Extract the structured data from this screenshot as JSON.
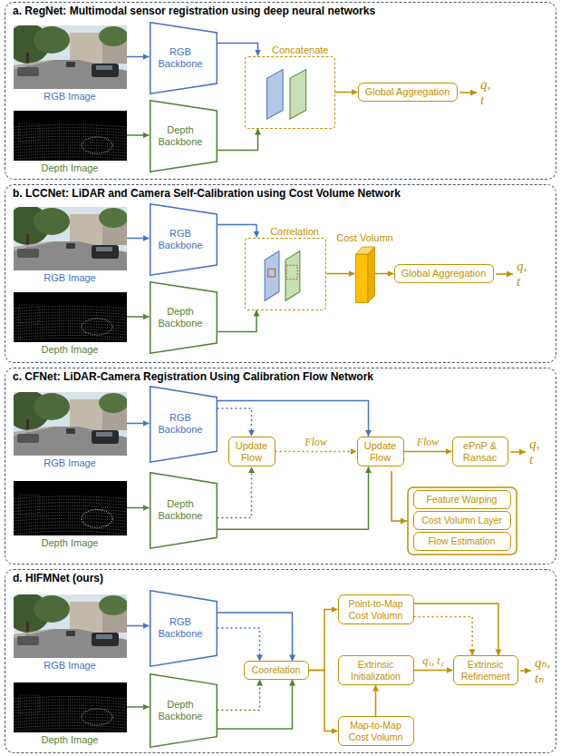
{
  "diagram": {
    "nodes": [
      {
        "text": [
          "a. RegNet: Multimodal sensor registration using deep neural networks"
        ]
      },
      {
        "text": [
          "RGB Image"
        ],
        "in": 0
      },
      {
        "text": [
          "Depth Image"
        ],
        "in": 0
      },
      {
        "text": [
          "RGB Backbone"
        ],
        "in": 0
      },
      {
        "text": [
          "Depth Backbone"
        ],
        "in": 0
      },
      {
        "text": [
          "Concatenate"
        ],
        "in": 0
      },
      {
        "text": [
          "Global Aggregation"
        ],
        "in": 0
      },
      {
        "text": [
          "b. LCCNet: LiDAR and Camera Self-Calibration using Cost Volume Network"
        ]
      },
      {
        "text": [
          "RGB Image"
        ],
        "in": 7
      },
      {
        "text": [
          "Depth Image"
        ],
        "in": 7
      },
      {
        "text": [
          "RGB Backbone"
        ],
        "in": 7
      },
      {
        "text": [
          "Depth Backbone"
        ],
        "in": 7
      },
      {
        "text": [
          "Correlation"
        ],
        "in": 7
      },
      {
        "text": [
          "Cost Volumn"
        ],
        "in": 7
      },
      {
        "text": [
          "Global Aggregation"
        ],
        "in": 7
      },
      {
        "text": [
          "c. CFNet: LiDAR-Camera Registration Using Calibration Flow Network"
        ]
      },
      {
        "text": [
          "RGB Image"
        ],
        "in": 15
      },
      {
        "text": [
          "Depth Image"
        ],
        "in": 15
      },
      {
        "text": [
          "RGB Backbone"
        ],
        "in": 15
      },
      {
        "text": [
          "Depth Backbone"
        ],
        "in": 15
      },
      {
        "text": [
          "Update Flow"
        ],
        "in": 15
      },
      {
        "text": [
          "Update Flow"
        ],
        "in": 15
      },
      {
        "text": [
          "ePnP & Ransac"
        ],
        "in": 15
      },
      {
        "text": [
          "Feature Warping"
        ],
        "in": 15
      },
      {
        "text": [
          "Cost Volumn Layer"
        ],
        "in": 15
      },
      {
        "text": [
          "Flow Estimation"
        ],
        "in": 15
      },
      {
        "text": [
          "d. HIFMNet (ours)"
        ]
      },
      {
        "text": [
          "RGB Image"
        ],
        "in": 26
      },
      {
        "text": [
          "Depth Image"
        ],
        "in": 26
      },
      {
        "text": [
          "RGB Backbone"
        ],
        "in": 26
      },
      {
        "text": [
          "Depth Backbone"
        ],
        "in": 26
      },
      {
        "text": [
          "Coorelation"
        ],
        "in": 26
      },
      {
        "text": [
          "Point-to-Map Cost Volumn"
        ],
        "in": 26
      },
      {
        "text": [
          "Extrinsic Initialization"
        ],
        "in": 26
      },
      {
        "text": [
          "Map-to-Map Cost Volumn"
        ],
        "in": 26
      },
      {
        "text": [
          "Extrinsic Refinement"
        ],
        "in": 26
      }
    ],
    "edges": [
      {
        "from": 1,
        "to": 3,
        "arrow": "to"
      },
      {
        "from": 2,
        "to": 4,
        "arrow": "to"
      },
      {
        "from": 3,
        "to": 5,
        "arrow": "to"
      },
      {
        "from": 4,
        "to": 5,
        "arrow": "to"
      },
      {
        "from": 5,
        "to": 6,
        "arrow": "to"
      },
      {
        "from": 8,
        "to": 10,
        "arrow": "to"
      },
      {
        "from": 9,
        "to": 11,
        "arrow": "to"
      },
      {
        "from": 10,
        "to": 12,
        "arrow": "to"
      },
      {
        "from": 11,
        "to": 12,
        "arrow": "to"
      },
      {
        "from": 12,
        "to": 13,
        "arrow": "to"
      },
      {
        "from": 13,
        "to": 14,
        "arrow": "to"
      },
      {
        "from": 16,
        "to": 18,
        "arrow": "to"
      },
      {
        "from": 17,
        "to": 19,
        "arrow": "to"
      },
      {
        "from": 18,
        "to": 20,
        "arrow": "to"
      },
      {
        "from": 18,
        "to": 21,
        "arrow": "to"
      },
      {
        "from": 19,
        "to": 20,
        "arrow": "to"
      },
      {
        "from": 19,
        "to": 21,
        "arrow": "to"
      },
      {
        "from": 20,
        "to": 21,
        "label": "Flow",
        "arrow": "to"
      },
      {
        "from": 21,
        "to": 22,
        "label": "Flow",
        "arrow": "to"
      },
      {
        "from": 27,
        "to": 29,
        "arrow": "to"
      },
      {
        "from": 28,
        "to": 30,
        "arrow": "to"
      },
      {
        "from": 29,
        "to": 31,
        "arrow": "to"
      },
      {
        "from": 29,
        "to": 31,
        "arrow": "to"
      },
      {
        "from": 30,
        "to": 31,
        "arrow": "to"
      },
      {
        "from": 30,
        "to": 31,
        "arrow": "to"
      },
      {
        "from": 31,
        "to": 32,
        "arrow": "to"
      },
      {
        "from": 31,
        "to": 34,
        "arrow": "to"
      },
      {
        "from": 34,
        "to": 33,
        "arrow": "to"
      },
      {
        "from": 33,
        "to": 35,
        "label": "q₁, t₁",
        "arrow": "to"
      },
      {
        "from": 32,
        "to": 35,
        "arrow": "to"
      },
      {
        "from": 32,
        "to": 35,
        "arrow": "to"
      }
    ],
    "labels": [
      "q, t",
      "q, t",
      "q, t",
      "qₙ, tₙ"
    ]
  }
}
